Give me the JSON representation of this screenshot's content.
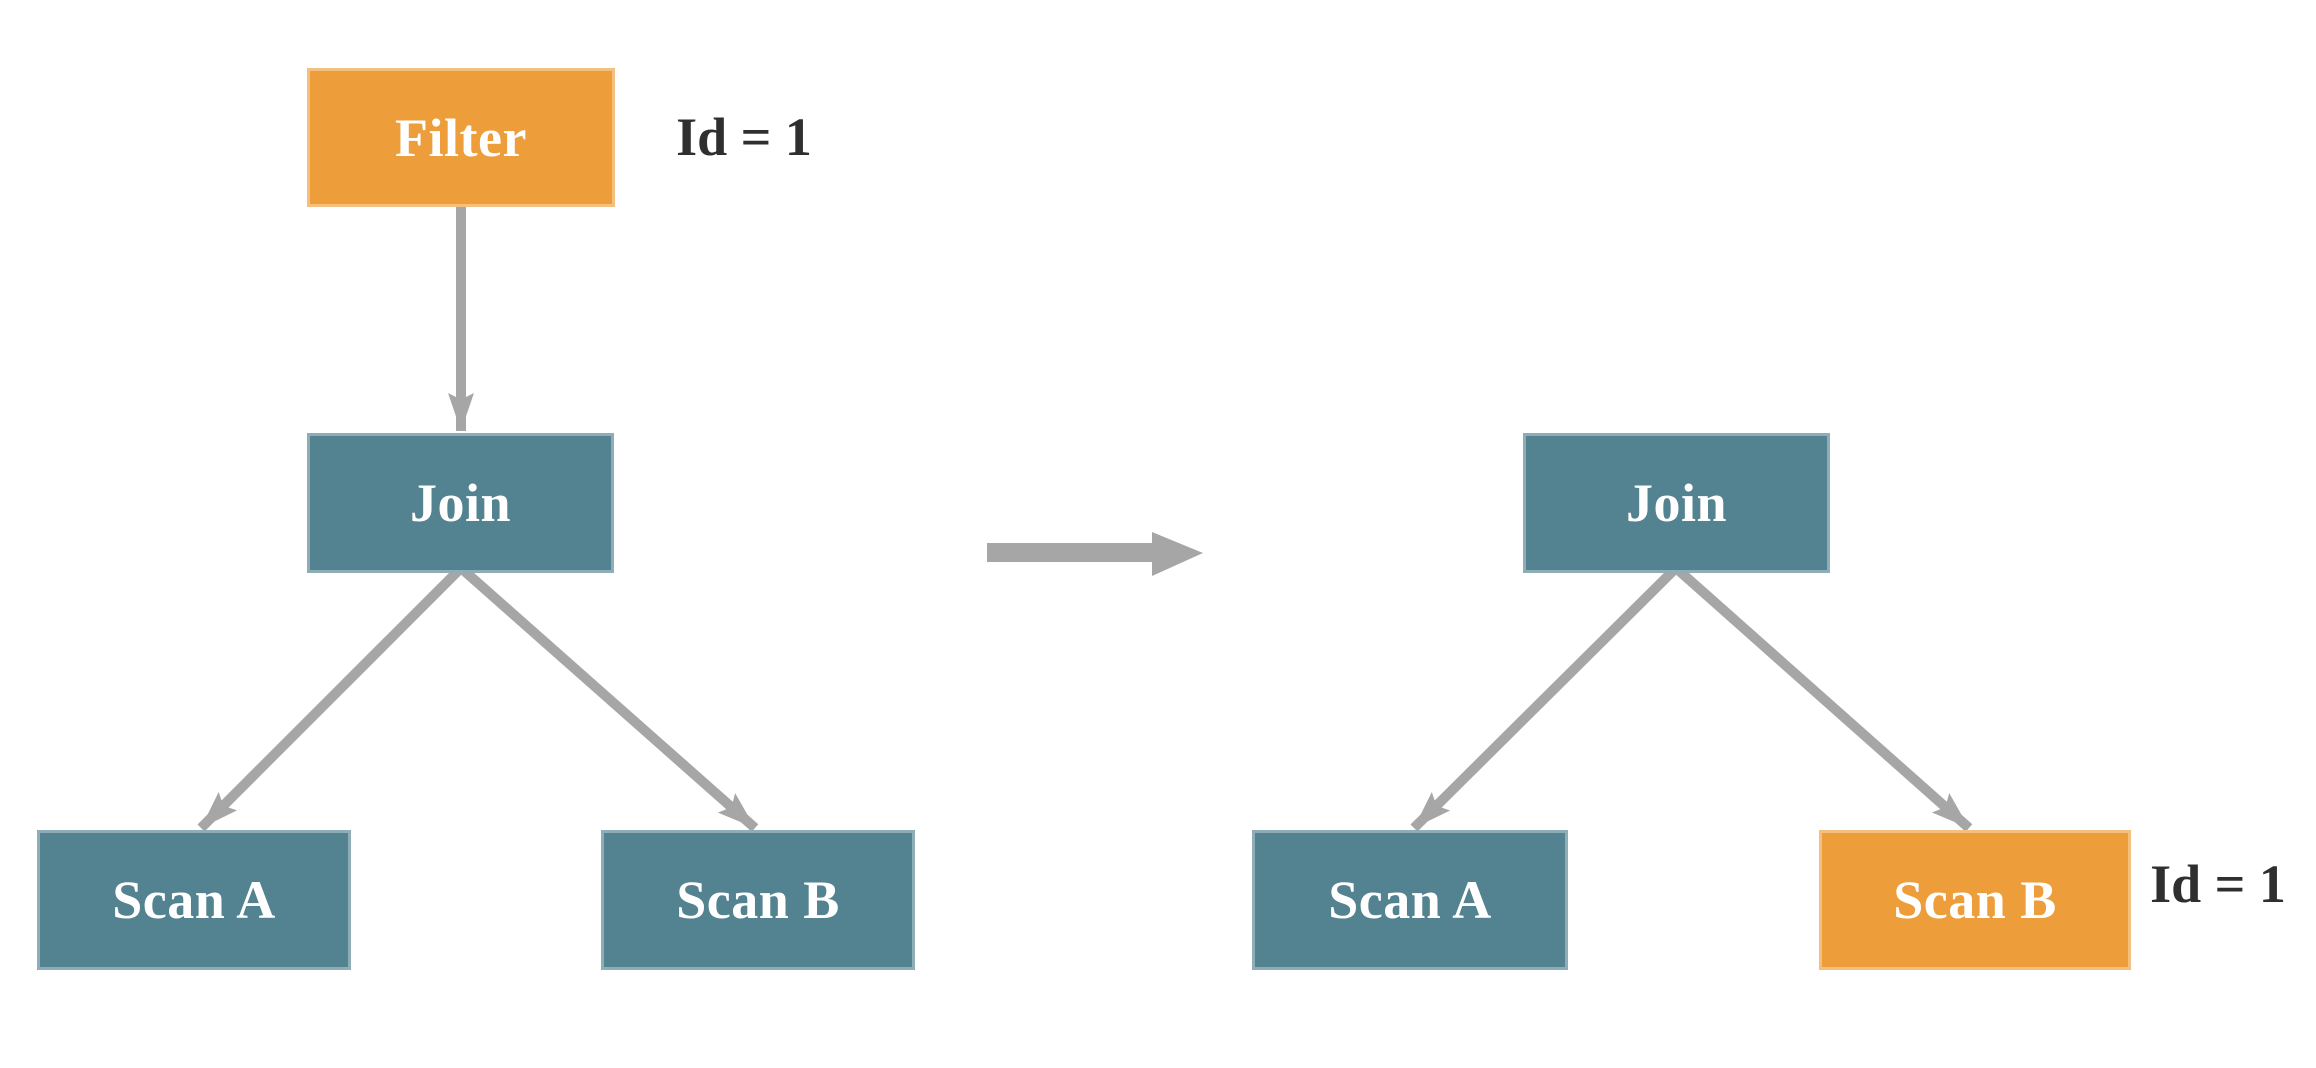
{
  "colors": {
    "node_orange": "#ED9E3B",
    "node_teal": "#538291",
    "edge_gray": "#A6A6A6",
    "annotation_text": "#2F2F2F",
    "node_label_text": "#FFFFFF"
  },
  "icons": {
    "transform_arrow": "right-arrow"
  },
  "left_plan": {
    "filter": {
      "label": "Filter"
    },
    "filter_annotation": "Id = 1",
    "join": {
      "label": "Join"
    },
    "scan_a": {
      "label": "Scan A"
    },
    "scan_b": {
      "label": "Scan B"
    }
  },
  "right_plan": {
    "join": {
      "label": "Join"
    },
    "scan_a": {
      "label": "Scan A"
    },
    "scan_b": {
      "label": "Scan B"
    },
    "scan_b_annotation": "Id = 1"
  }
}
